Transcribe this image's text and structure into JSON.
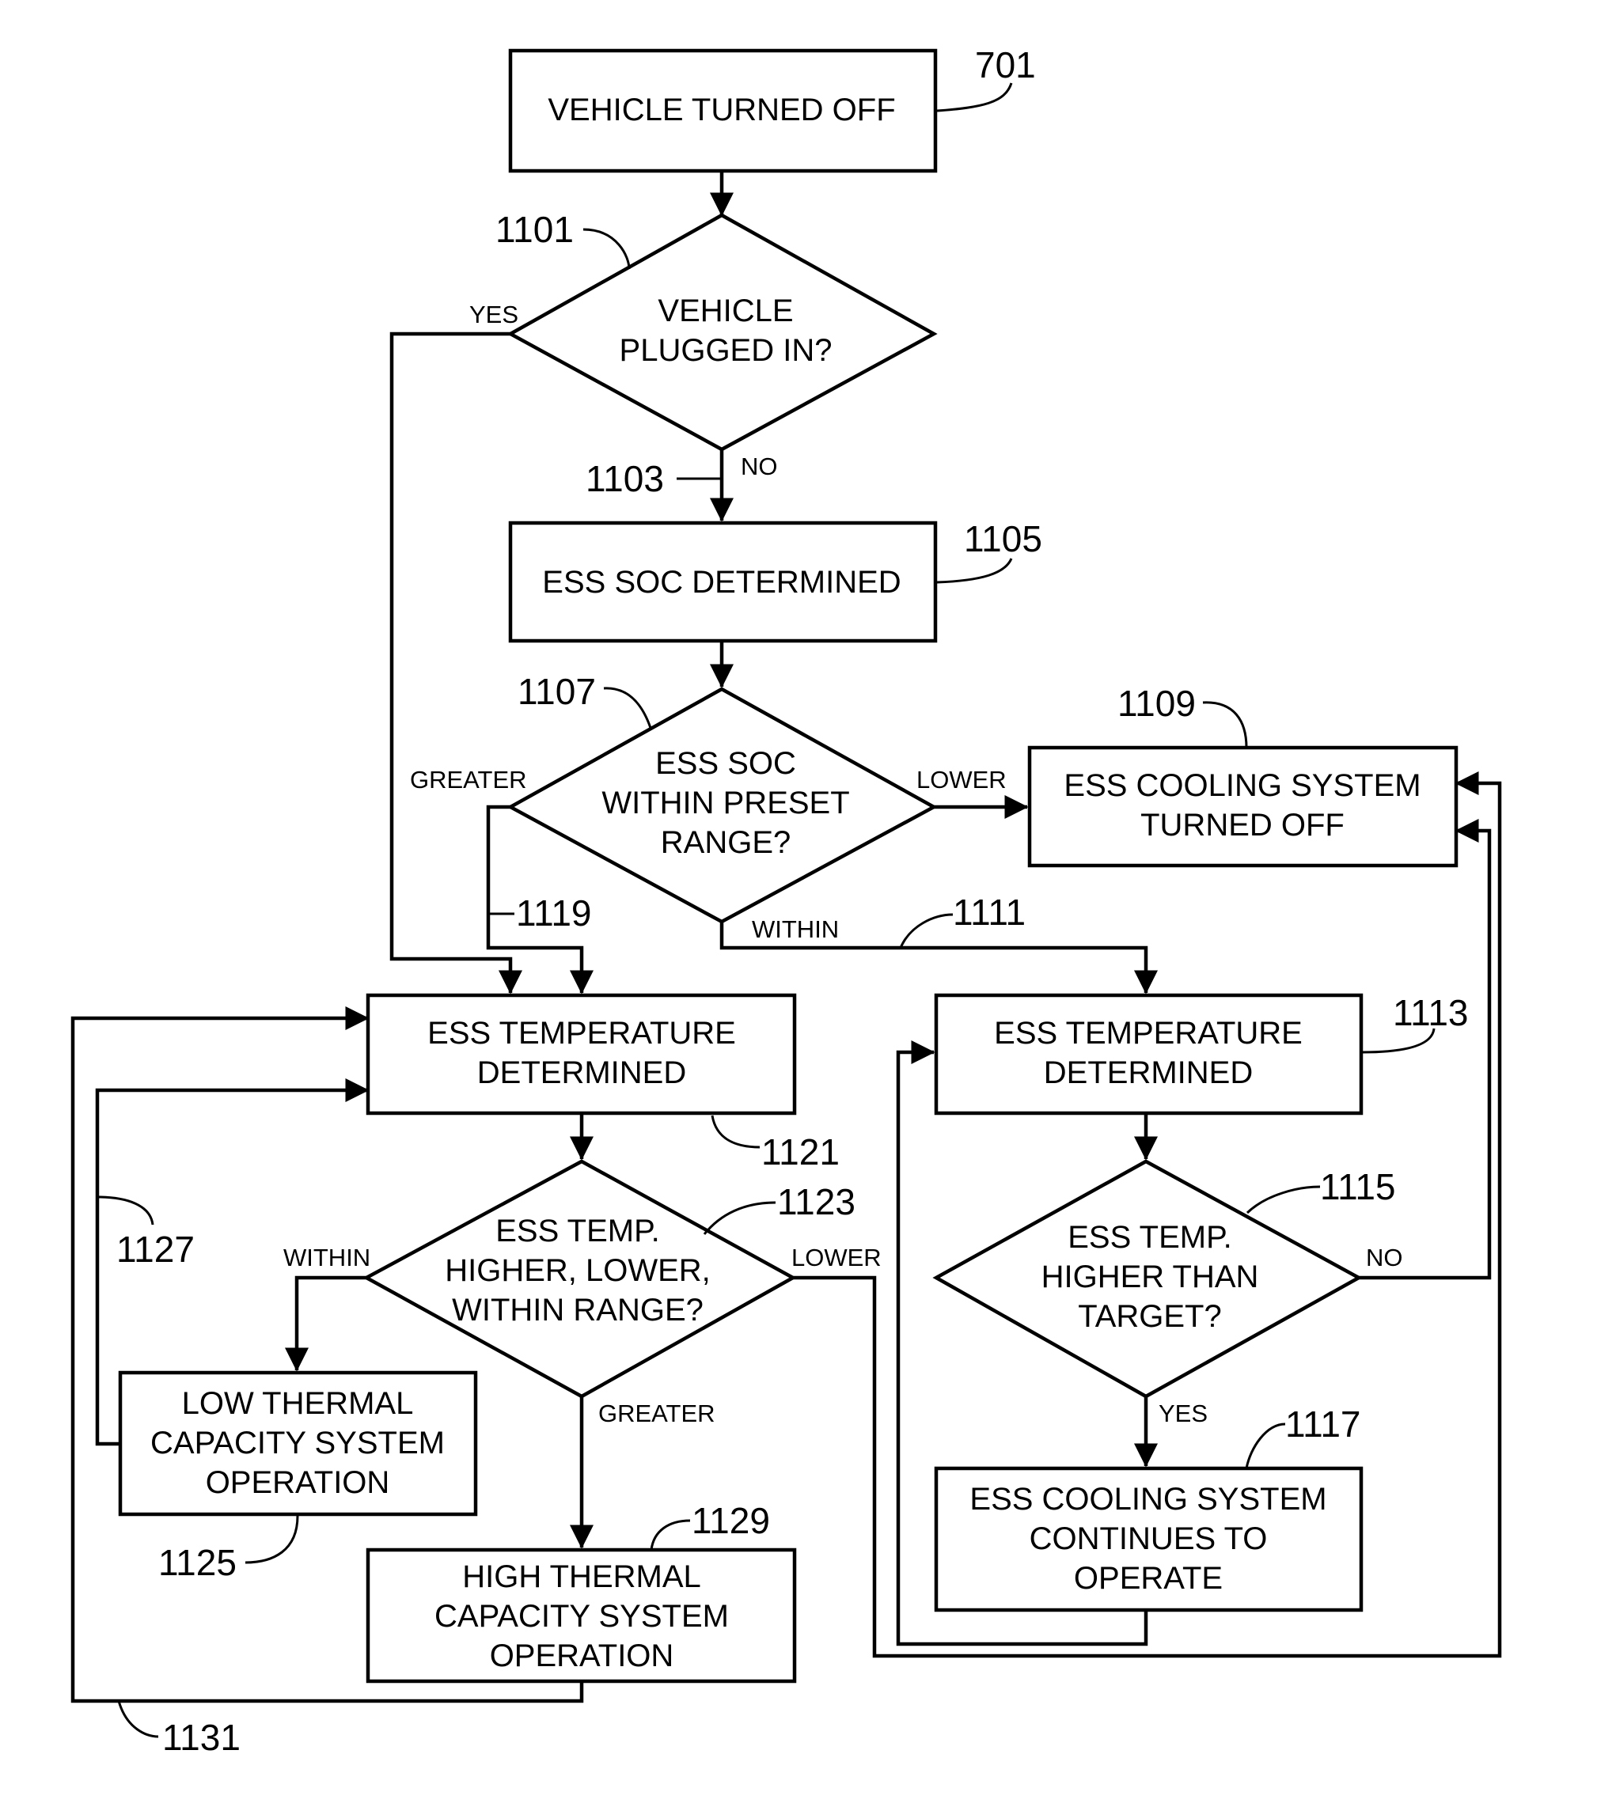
{
  "nodes": {
    "n701": {
      "lines": [
        "VEHICLE TURNED OFF"
      ]
    },
    "n1101": {
      "lines": [
        "VEHICLE",
        "PLUGGED IN?"
      ]
    },
    "n1105": {
      "lines": [
        "ESS SOC DETERMINED"
      ]
    },
    "n1107": {
      "lines": [
        "ESS SOC",
        "WITHIN PRESET",
        "RANGE?"
      ]
    },
    "n1109": {
      "lines": [
        "ESS COOLING SYSTEM",
        "TURNED OFF"
      ]
    },
    "n1121": {
      "lines": [
        "ESS TEMPERATURE",
        "DETERMINED"
      ]
    },
    "n1113": {
      "lines": [
        "ESS TEMPERATURE",
        "DETERMINED"
      ]
    },
    "n1123": {
      "lines": [
        "ESS TEMP.",
        "HIGHER, LOWER,",
        "WITHIN RANGE?"
      ]
    },
    "n1115": {
      "lines": [
        "ESS TEMP.",
        "HIGHER THAN",
        "TARGET?"
      ]
    },
    "n1125": {
      "lines": [
        "LOW THERMAL",
        "CAPACITY SYSTEM",
        "OPERATION"
      ]
    },
    "n1129": {
      "lines": [
        "HIGH THERMAL",
        "CAPACITY SYSTEM",
        "OPERATION"
      ]
    },
    "n1117": {
      "lines": [
        "ESS COOLING SYSTEM",
        "CONTINUES TO",
        "OPERATE"
      ]
    }
  },
  "refs": {
    "r701": "701",
    "r1101": "1101",
    "r1103": "1103",
    "r1105": "1105",
    "r1107": "1107",
    "r1109": "1109",
    "r1111": "1111",
    "r1113": "1113",
    "r1115": "1115",
    "r1117": "1117",
    "r1119": "1119",
    "r1121": "1121",
    "r1123": "1123",
    "r1125": "1125",
    "r1127": "1127",
    "r1129": "1129",
    "r1131": "1131"
  },
  "edge_labels": {
    "plugged_yes": "YES",
    "plugged_no": "NO",
    "soc_greater": "GREATER",
    "soc_lower": "LOWER",
    "soc_within": "WITHIN",
    "temp_within": "WITHIN",
    "temp_lower": "LOWER",
    "temp_greater": "GREATER",
    "target_no": "NO",
    "target_yes": "YES"
  }
}
